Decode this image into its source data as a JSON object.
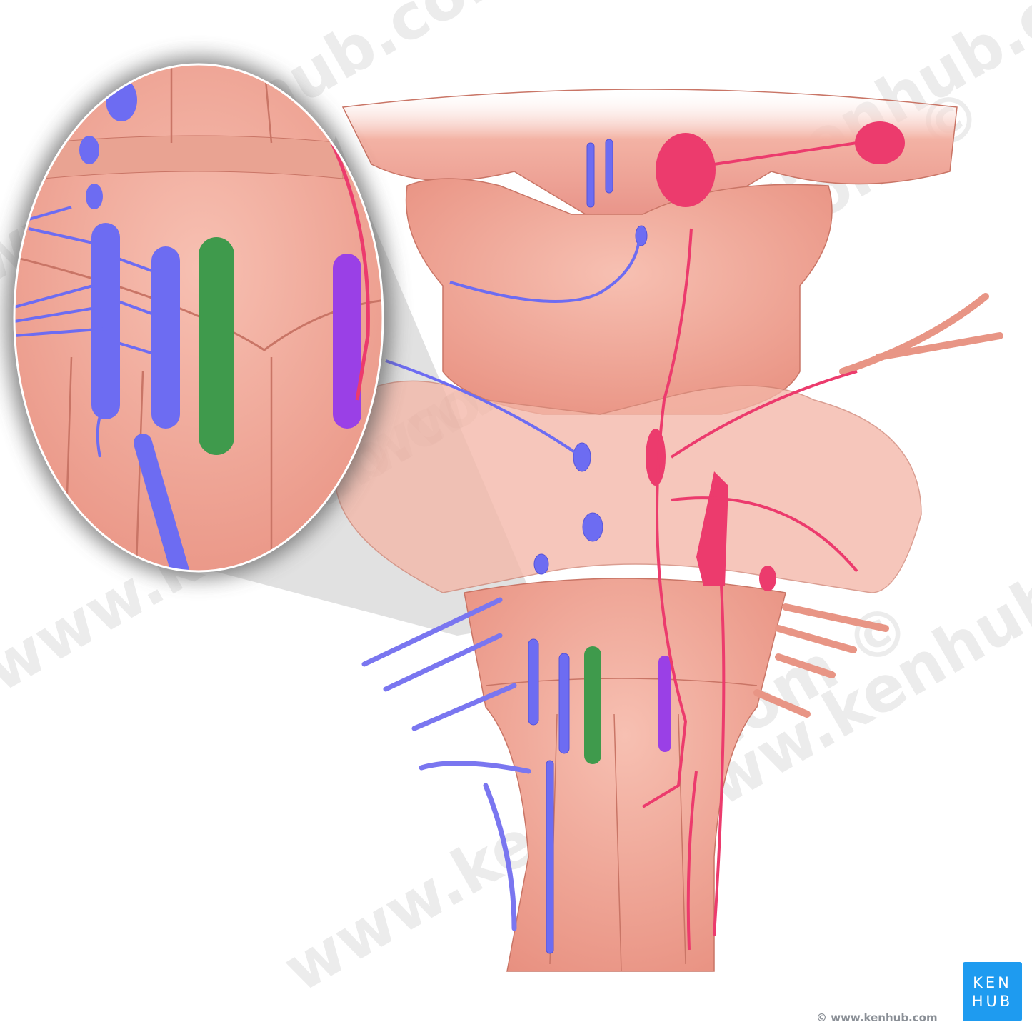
{
  "illustration": {
    "subject": "brainstem-cranial-nerve-nuclei",
    "colors": {
      "tissue": "#f2a898",
      "tissue_dark": "#d97a68",
      "motor_nuclei": "#6d6cf2",
      "green_nucleus": "#3f9a4c",
      "purple_nucleus": "#9a40e6",
      "sensory_nuclei": "#ec3b6d"
    }
  },
  "watermark": {
    "text": "www.kenhub.com ©"
  },
  "logo": {
    "line1": "KEN",
    "line2": "HUB",
    "color": "#1e9bf0"
  },
  "copyright": "© www.kenhub.com"
}
